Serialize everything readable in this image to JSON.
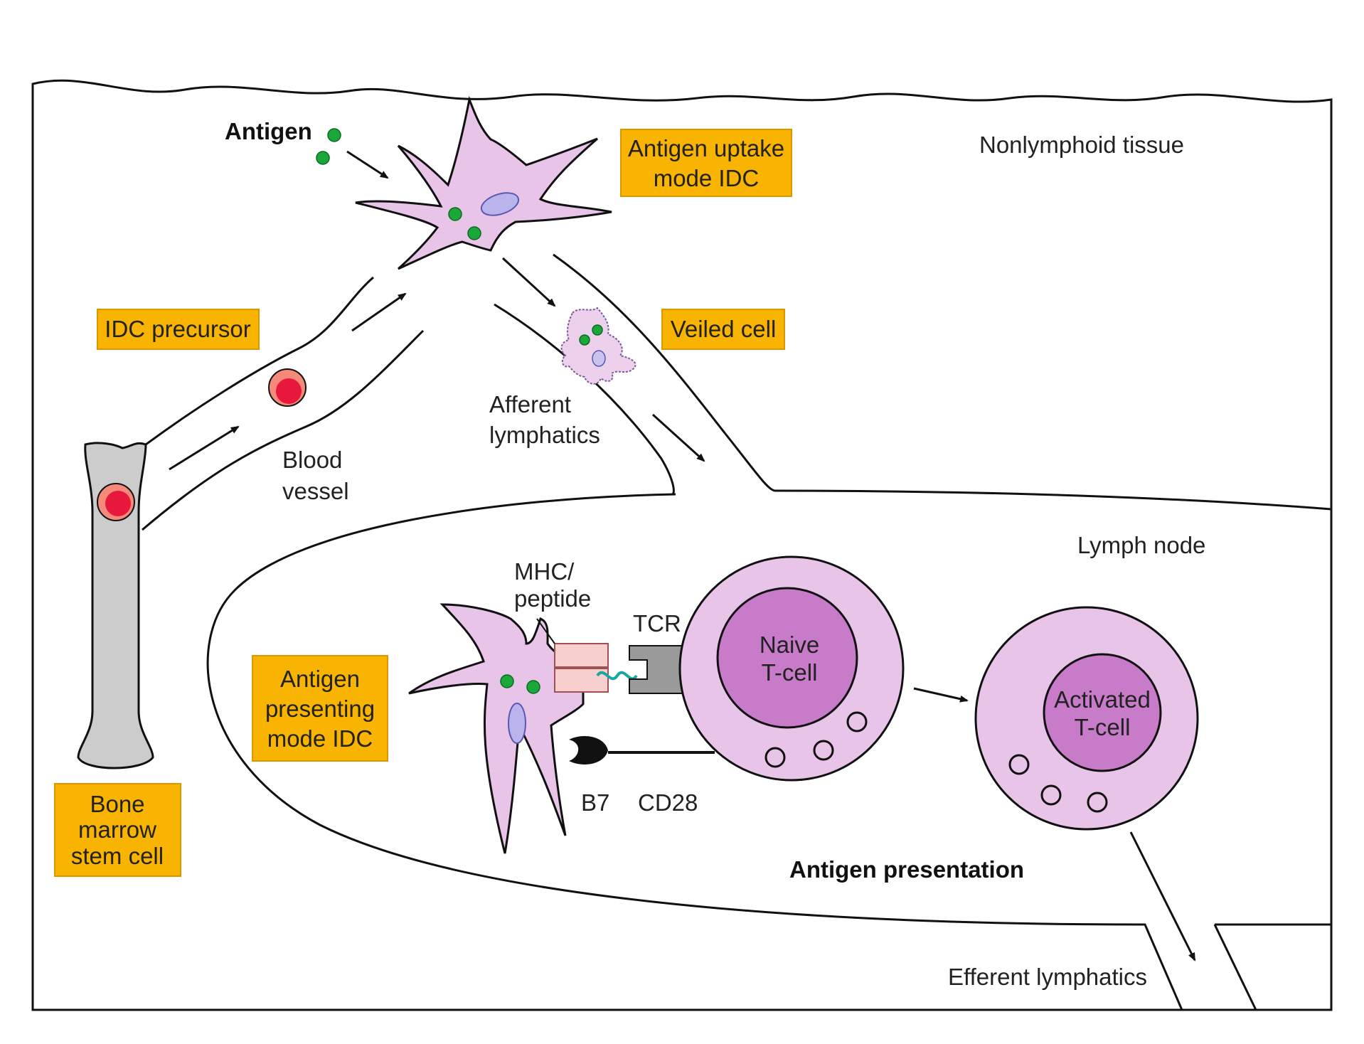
{
  "labels": {
    "antigen": "Antigen",
    "uptake_box": [
      "Antigen uptake",
      "mode IDC"
    ],
    "nonlymphoid": "Nonlymphoid tissue",
    "idc_precursor": "IDC precursor",
    "veiled_cell": "Veiled cell",
    "afferent": [
      "Afferent",
      "lymphatics"
    ],
    "blood_vessel": [
      "Blood",
      "vessel"
    ],
    "lymph_node": "Lymph node",
    "mhc": [
      "MHC/",
      "peptide"
    ],
    "tcr": "TCR",
    "naive": [
      "Naive",
      "T-cell"
    ],
    "activated": [
      "Activated",
      "T-cell"
    ],
    "presenting_box": [
      "Antigen",
      "presenting",
      "mode IDC"
    ],
    "b7": "B7",
    "cd28": "CD28",
    "antigen_presentation": "Antigen presentation",
    "efferent": "Efferent lymphatics",
    "bone_marrow_box": [
      "Bone",
      "marrow",
      "stem cell"
    ]
  },
  "colors": {
    "label_box": "#f8b400",
    "idc_cell": "#e8c4e8",
    "t_cell_nucleus": "#c77bc8",
    "antigen": "#1aa83a",
    "red_cell": "#e8183c",
    "bone": "#cccccc"
  }
}
